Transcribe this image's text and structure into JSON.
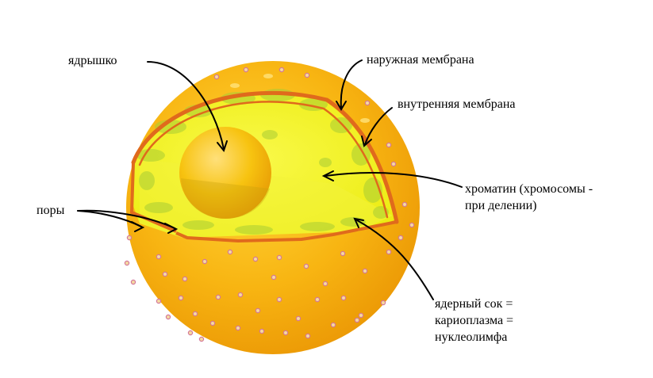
{
  "labels": {
    "nucleolus": "ядрышко",
    "outer_membrane": "наружная мембрана",
    "inner_membrane": "внутренняя мембрана",
    "pores": "поры",
    "chromatin_line1": "хроматин (хромосомы -",
    "chromatin_line2": "при делении)",
    "sap_line1": "ядерный сок =",
    "sap_line2": "кариоплазма =",
    "sap_line3": "нуклеолимфа"
  },
  "colors": {
    "outer_sphere": "#f8b512",
    "outer_sphere_edge": "#ec9a06",
    "cut_face": "#f4f41e",
    "membrane": "#e06a1c",
    "chromatin_patches": "#a8cc35",
    "nucleolus": "#f7c310",
    "pores": "#d4789a",
    "arrows": "#000000"
  }
}
